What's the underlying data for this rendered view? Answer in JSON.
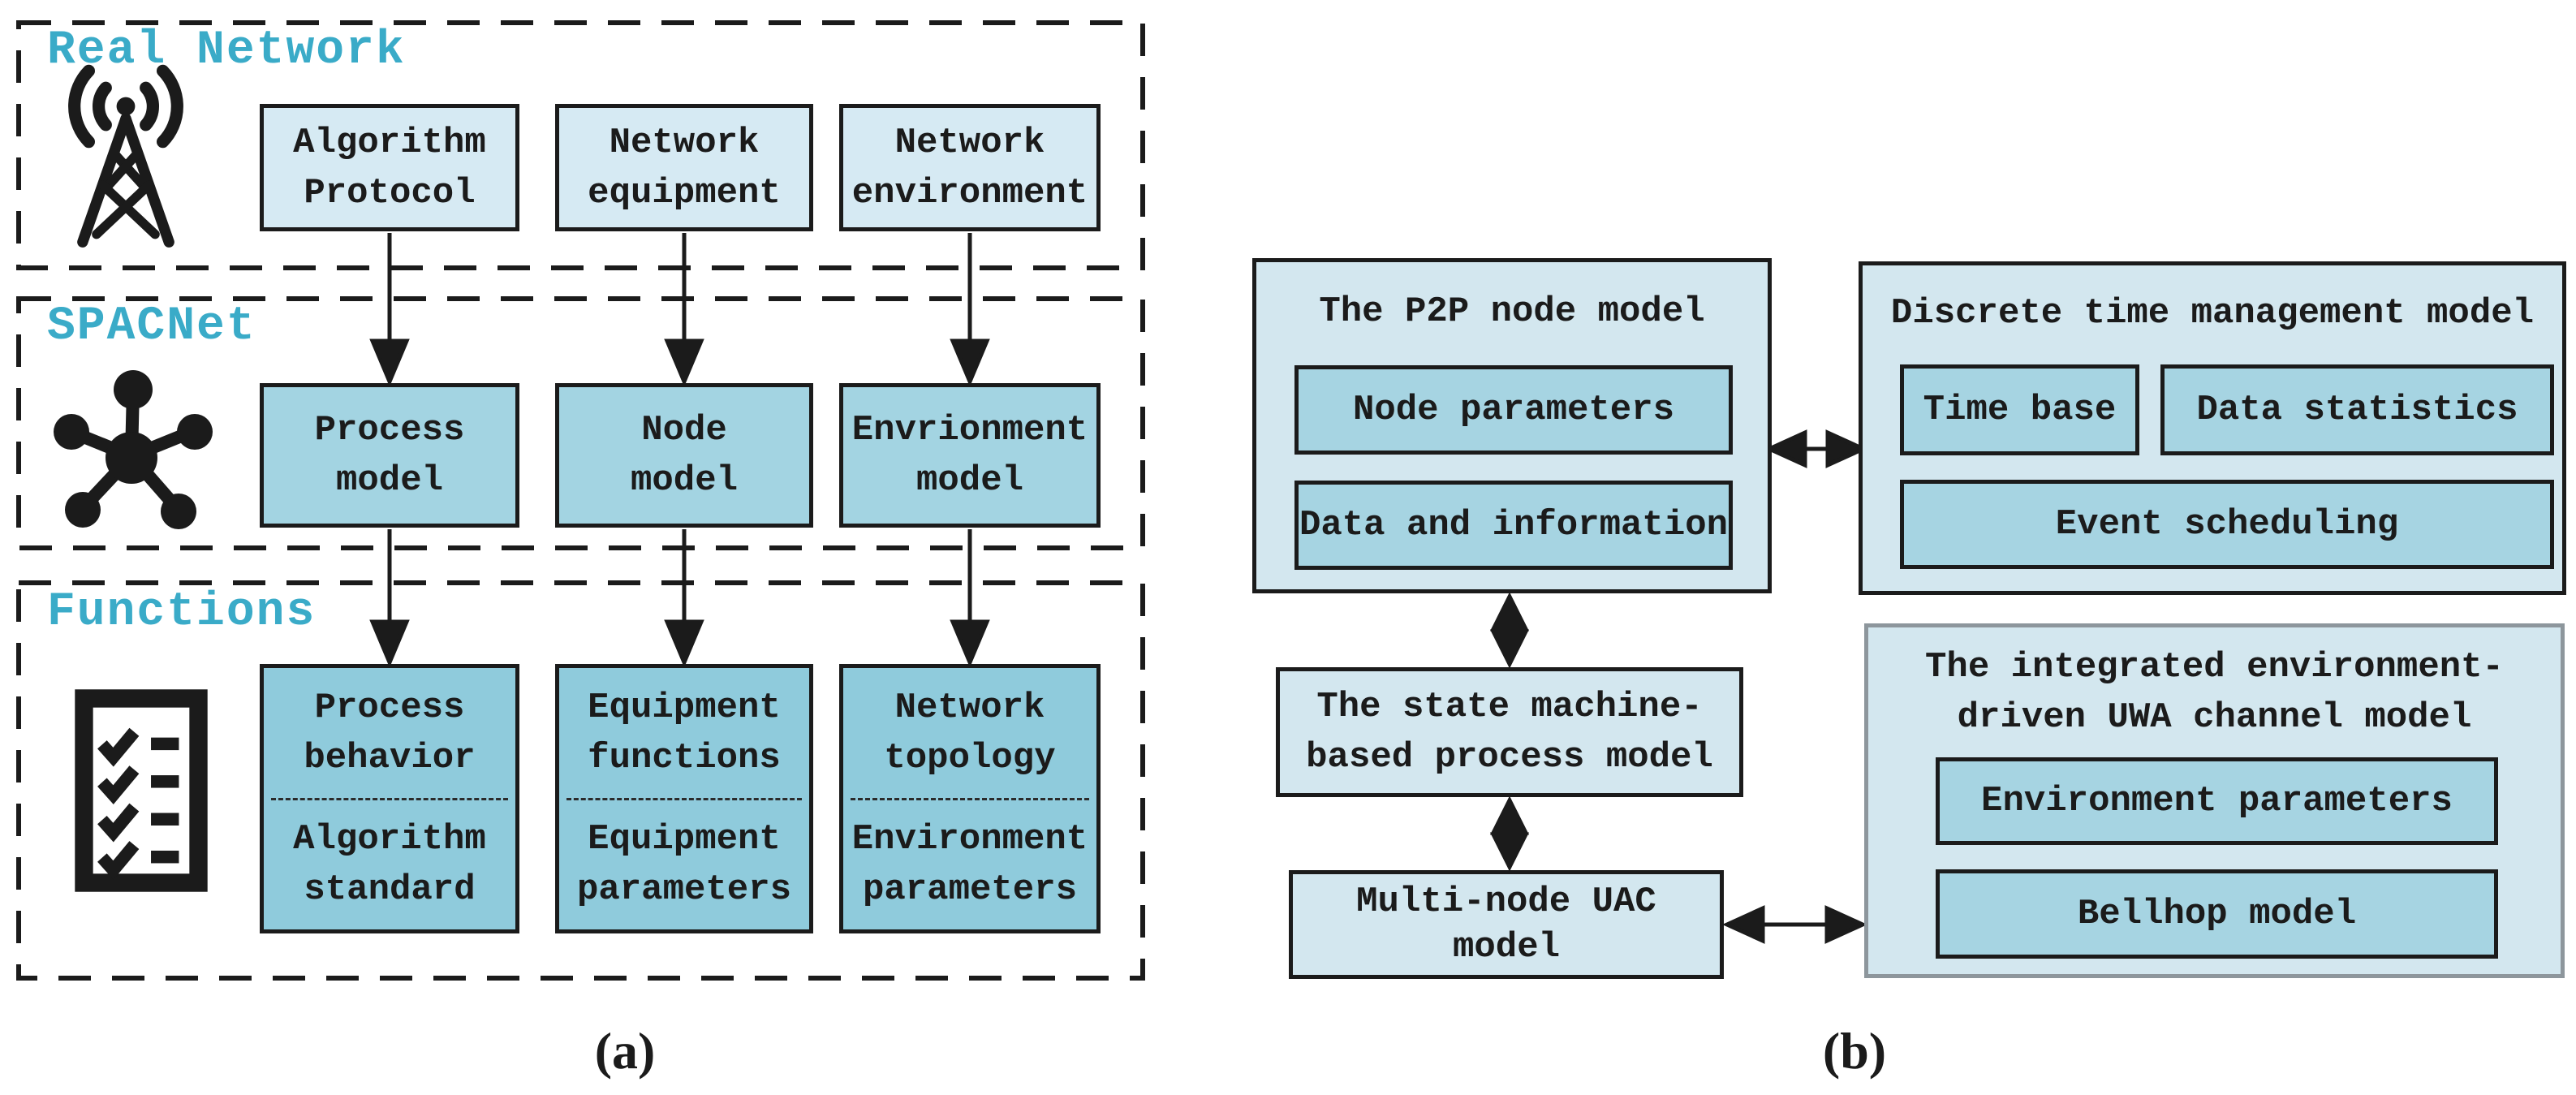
{
  "palette": {
    "accent_teal": "#3aabc8",
    "box_light_fill": "#d6eaf3",
    "box_medium_fill": "#a3d4e2",
    "box_deep_fill": "#8fcbdc",
    "panel_fill": "#d3e7ef",
    "inner_fill": "#a6d4e2",
    "line_black": "#1b1b1b",
    "uwa_border_gray": "#8d969c"
  },
  "icons": {
    "real_network": "radio-tower-icon",
    "spacnet": "network-nodes-icon",
    "functions": "checklist-icon"
  },
  "a": {
    "caption": "(a)",
    "sections": [
      {
        "label": "Real Network"
      },
      {
        "label": "SPACNet"
      },
      {
        "label": "Functions"
      }
    ],
    "row1": [
      {
        "l1": "Algorithm",
        "l2": "Protocol"
      },
      {
        "l1": "Network",
        "l2": "equipment"
      },
      {
        "l1": "Network",
        "l2": "environment"
      }
    ],
    "row2": [
      {
        "l1": "Process",
        "l2": "model"
      },
      {
        "l1": "Node",
        "l2": "model"
      },
      {
        "l1": "Envrionment",
        "l2": "model"
      }
    ],
    "row3": [
      {
        "top": {
          "l1": "Process",
          "l2": "behavior"
        },
        "bottom": {
          "l1": "Algorithm",
          "l2": "standard"
        }
      },
      {
        "top": {
          "l1": "Equipment",
          "l2": "functions"
        },
        "bottom": {
          "l1": "Equipment",
          "l2": "parameters"
        }
      },
      {
        "top": {
          "l1": "Network",
          "l2": "topology"
        },
        "bottom": {
          "l1": "Environment",
          "l2": "parameters"
        }
      }
    ]
  },
  "b": {
    "caption": "(b)",
    "p2p": {
      "title": "The P2P node model",
      "items": [
        "Node parameters",
        "Data and information"
      ]
    },
    "discrete": {
      "title": "Discrete time management model",
      "cells": [
        "Time base",
        "Data statistics"
      ],
      "wide_cell": "Event scheduling"
    },
    "state_machine": {
      "l1": "The state machine-",
      "l2": "based process model"
    },
    "uac": {
      "l1": "Multi-node UAC",
      "l2": "model"
    },
    "uwa": {
      "title_l1": "The integrated environment-",
      "title_l2": "driven UWA channel model",
      "items": [
        "Environment parameters",
        "Bellhop model"
      ]
    }
  }
}
